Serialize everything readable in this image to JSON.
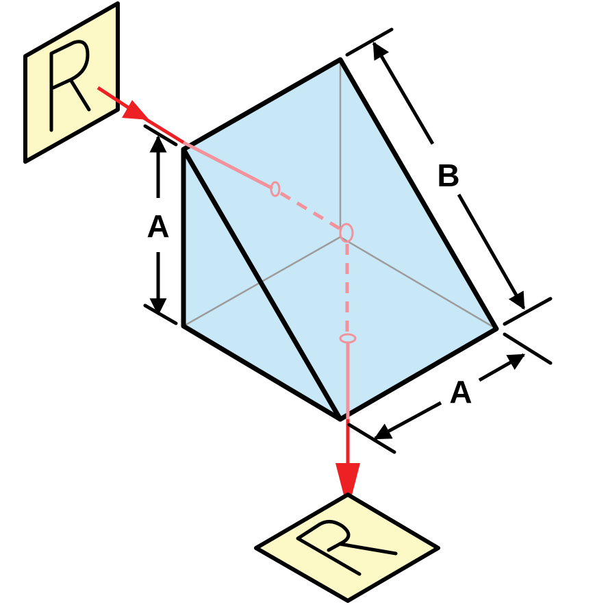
{
  "colors": {
    "prism_fill": "#c8e7f7",
    "card_fill": "#fdf9c7",
    "beam_solid": "#ed2024",
    "beam_inside": "#f2929b",
    "outline": "#000000",
    "hidden_edges": "#9c9c9c"
  },
  "input_image": {
    "letter": "R"
  },
  "output_image": {
    "letter": "R"
  },
  "dimensions": {
    "height_label": "A",
    "length_label": "B",
    "base_label": "A"
  }
}
